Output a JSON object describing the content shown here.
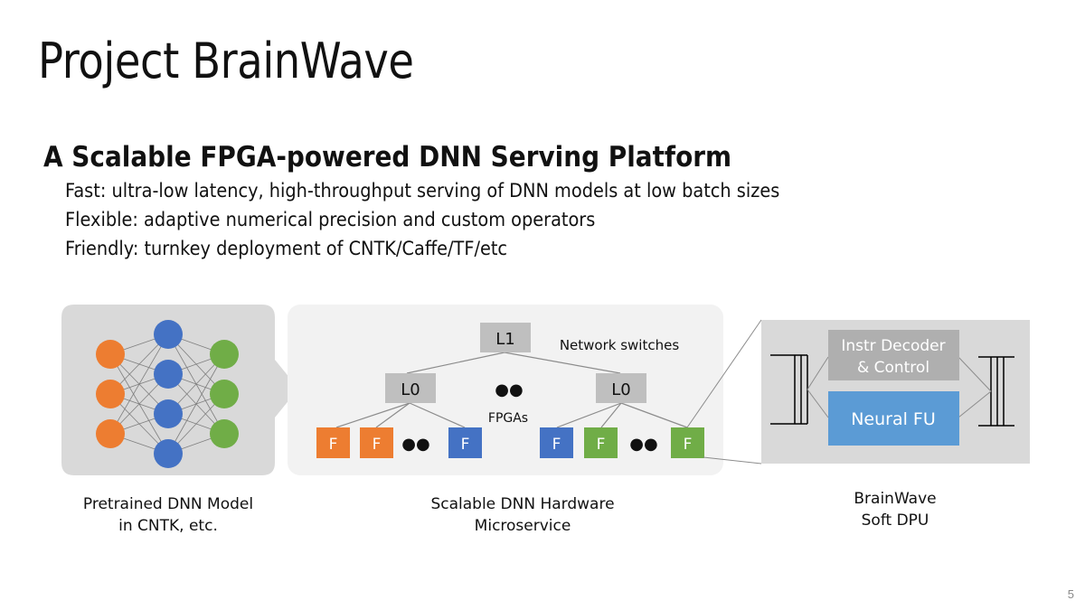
{
  "slide": {
    "title": "Project BrainWave",
    "subtitle": "A Scalable FPGA-powered DNN Serving Platform",
    "bullets": [
      {
        "keyword": "Fast",
        "text": ": ultra-low latency, high-throughput serving of DNN models at low batch sizes"
      },
      {
        "keyword": "Flexible",
        "text": ": adaptive numerical precision and custom operators"
      },
      {
        "keyword": "Friendly",
        "text": ": turnkey deployment of CNTK/Caffe/TF/etc"
      }
    ],
    "page_number": "5"
  },
  "diagram": {
    "colors": {
      "orange": "#ED7D31",
      "blue": "#4472C4",
      "green": "#70AD47",
      "switch_gray": "#BFBFBF",
      "panel_gray": "#D9D9D9",
      "light_panel": "#F2F2F2",
      "neural_fu": "#5B9BD5",
      "decoder_gray": "#AFAFAF"
    },
    "model_panel": {
      "caption_line1": "Pretrained DNN Model",
      "caption_line2": "in CNTK, etc.",
      "layers": [
        {
          "name": "input",
          "nodes": 3,
          "color": "orange"
        },
        {
          "name": "hidden",
          "nodes": 4,
          "color": "blue"
        },
        {
          "name": "output",
          "nodes": 3,
          "color": "green"
        }
      ]
    },
    "hardware_panel": {
      "caption_line1": "Scalable DNN Hardware",
      "caption_line2": "Microservice",
      "l1_label": "L1",
      "l0_label": "L0",
      "network_switches_label": "Network switches",
      "fpgas_label": "FPGAs",
      "ellipsis": "●●",
      "fpga_label": "F",
      "left_group": [
        "orange",
        "orange",
        "ellipsis",
        "blue"
      ],
      "right_group": [
        "blue",
        "green",
        "ellipsis",
        "green"
      ]
    },
    "dpu_panel": {
      "caption_line1": "BrainWave",
      "caption_line2": "Soft DPU",
      "decoder_line1": "Instr Decoder",
      "decoder_line2": "& Control",
      "neural_fu": "Neural FU"
    }
  }
}
